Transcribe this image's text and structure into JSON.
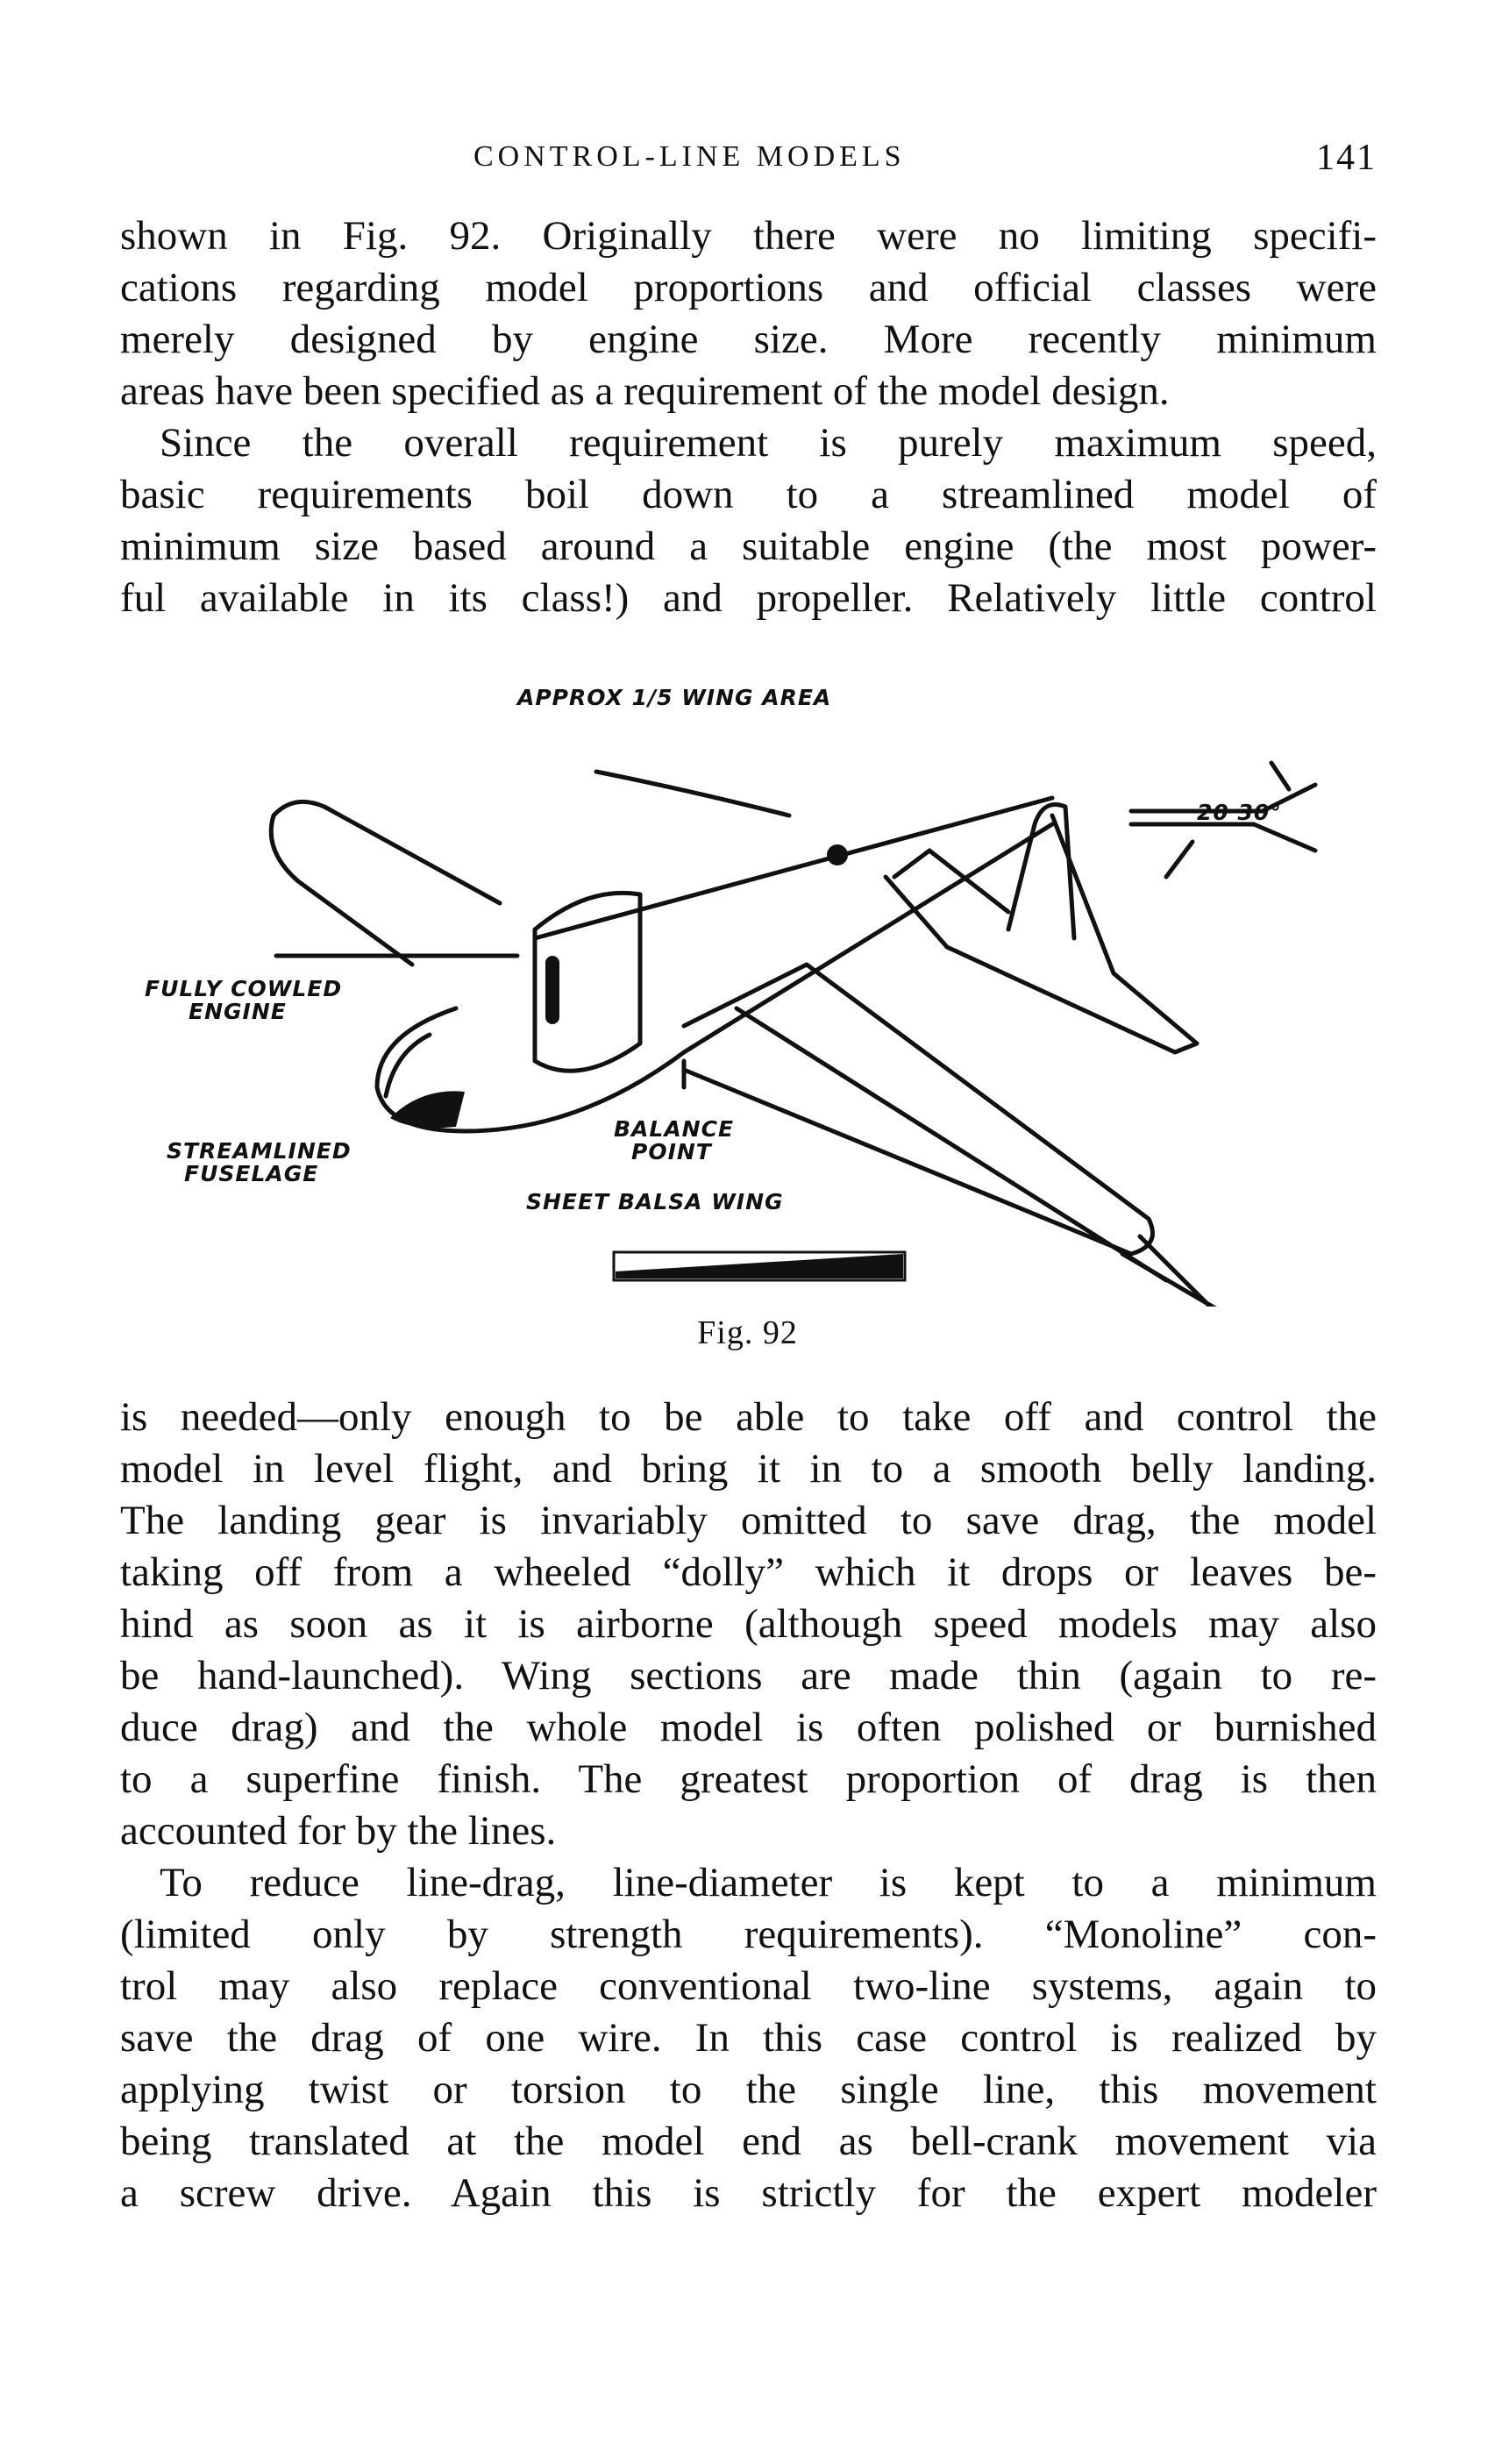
{
  "header": {
    "running_head": "CONTROL-LINE MODELS",
    "page_number": "141"
  },
  "paragraph1": {
    "lines": [
      "shown in Fig. 92. Originally there were no limiting specifi-",
      "cations regarding model proportions and official classes were",
      "merely designed by engine size. More recently minimum",
      "areas have been specified as a requirement of the model design."
    ]
  },
  "paragraph2": {
    "lines": [
      "Since the overall requirement is purely maximum speed,",
      "basic requirements boil down to a streamlined model of",
      "minimum size based around a suitable engine (the most power-",
      "ful available in its class!) and propeller. Relatively little control"
    ]
  },
  "figure": {
    "labels": {
      "tail_area": "APPROX 1/5 WING AREA",
      "engine_line1": "FULLY COWLED",
      "engine_line2": "ENGINE",
      "fuselage_line1": "STREAMLINED",
      "fuselage_line2": "FUSELAGE",
      "balance_line1": "BALANCE",
      "balance_line2": "POINT",
      "wing": "SHEET BALSA WING",
      "angle": "20 30°"
    },
    "caption": "Fig. 92"
  },
  "paragraph3": {
    "lines": [
      "is needed—only enough to be able to take off and control the",
      "model in level flight, and bring it in to a smooth belly landing.",
      "The landing gear is invariably omitted to save drag, the model",
      "taking off from a wheeled “dolly” which it drops or leaves be-",
      "hind as soon as it is airborne (although speed models may also",
      "be hand-launched). Wing sections are made thin (again to re-",
      "duce drag) and the whole model is often polished or burnished",
      "to a superfine finish. The greatest proportion of drag is then",
      "accounted for by the lines."
    ]
  },
  "paragraph4": {
    "lines": [
      "To reduce line-drag, line-diameter is kept to a minimum",
      "(limited only by strength requirements). “Monoline” con-",
      "trol may also replace conventional two-line systems, again to",
      "save the drag of one wire. In this case control is realized by",
      "applying twist or torsion to the single line, this movement",
      "being translated at the model end as bell-crank movement via",
      "a screw drive. Again this is strictly for the expert modeler"
    ]
  }
}
